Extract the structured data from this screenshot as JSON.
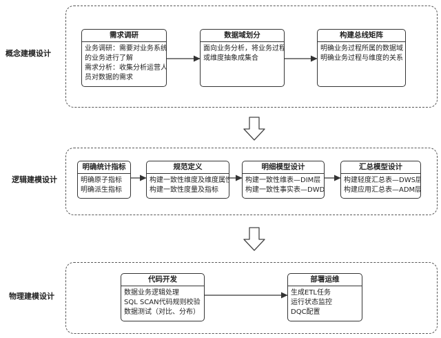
{
  "stages": [
    {
      "label": "概念建模设计",
      "nodes": [
        {
          "title": "需求调研",
          "lines": [
            "业务调研：需要对业务系统",
            "的业务进行了解",
            "需求分析：收集分析运营人",
            "员对数据的需求"
          ]
        },
        {
          "title": "数据域划分",
          "lines": [
            "面向业务分析，将业务过程",
            "或维度抽象成集合"
          ]
        },
        {
          "title": "构建总线矩阵",
          "lines": [
            "明确业务过程所属的数据域",
            "明确业务过程与维度的关系"
          ]
        }
      ]
    },
    {
      "label": "逻辑建模设计",
      "nodes": [
        {
          "title": "明确统计指标",
          "lines": [
            "明确原子指标",
            "明确派生指标"
          ]
        },
        {
          "title": "规范定义",
          "lines": [
            "构建一致性维度及维度属性",
            "构建一致性度量及指标"
          ]
        },
        {
          "title": "明细模型设计",
          "lines": [
            "构建一致性维表—DIM层",
            "构建一致性事实表—DWD层"
          ]
        },
        {
          "title": "汇总模型设计",
          "lines": [
            "构建轻度汇总表—DWS层",
            "构建应用汇总表—ADM层"
          ]
        }
      ]
    },
    {
      "label": "物理建模设计",
      "nodes": [
        {
          "title": "代码开发",
          "lines": [
            "数据业务逻辑处理",
            "SQL SCAN代码规则校验",
            "数据测试（对比、分布）"
          ]
        },
        {
          "title": "部署运维",
          "lines": [
            "生成ETL任务",
            "运行状态监控",
            "DQC配置"
          ]
        }
      ]
    }
  ]
}
